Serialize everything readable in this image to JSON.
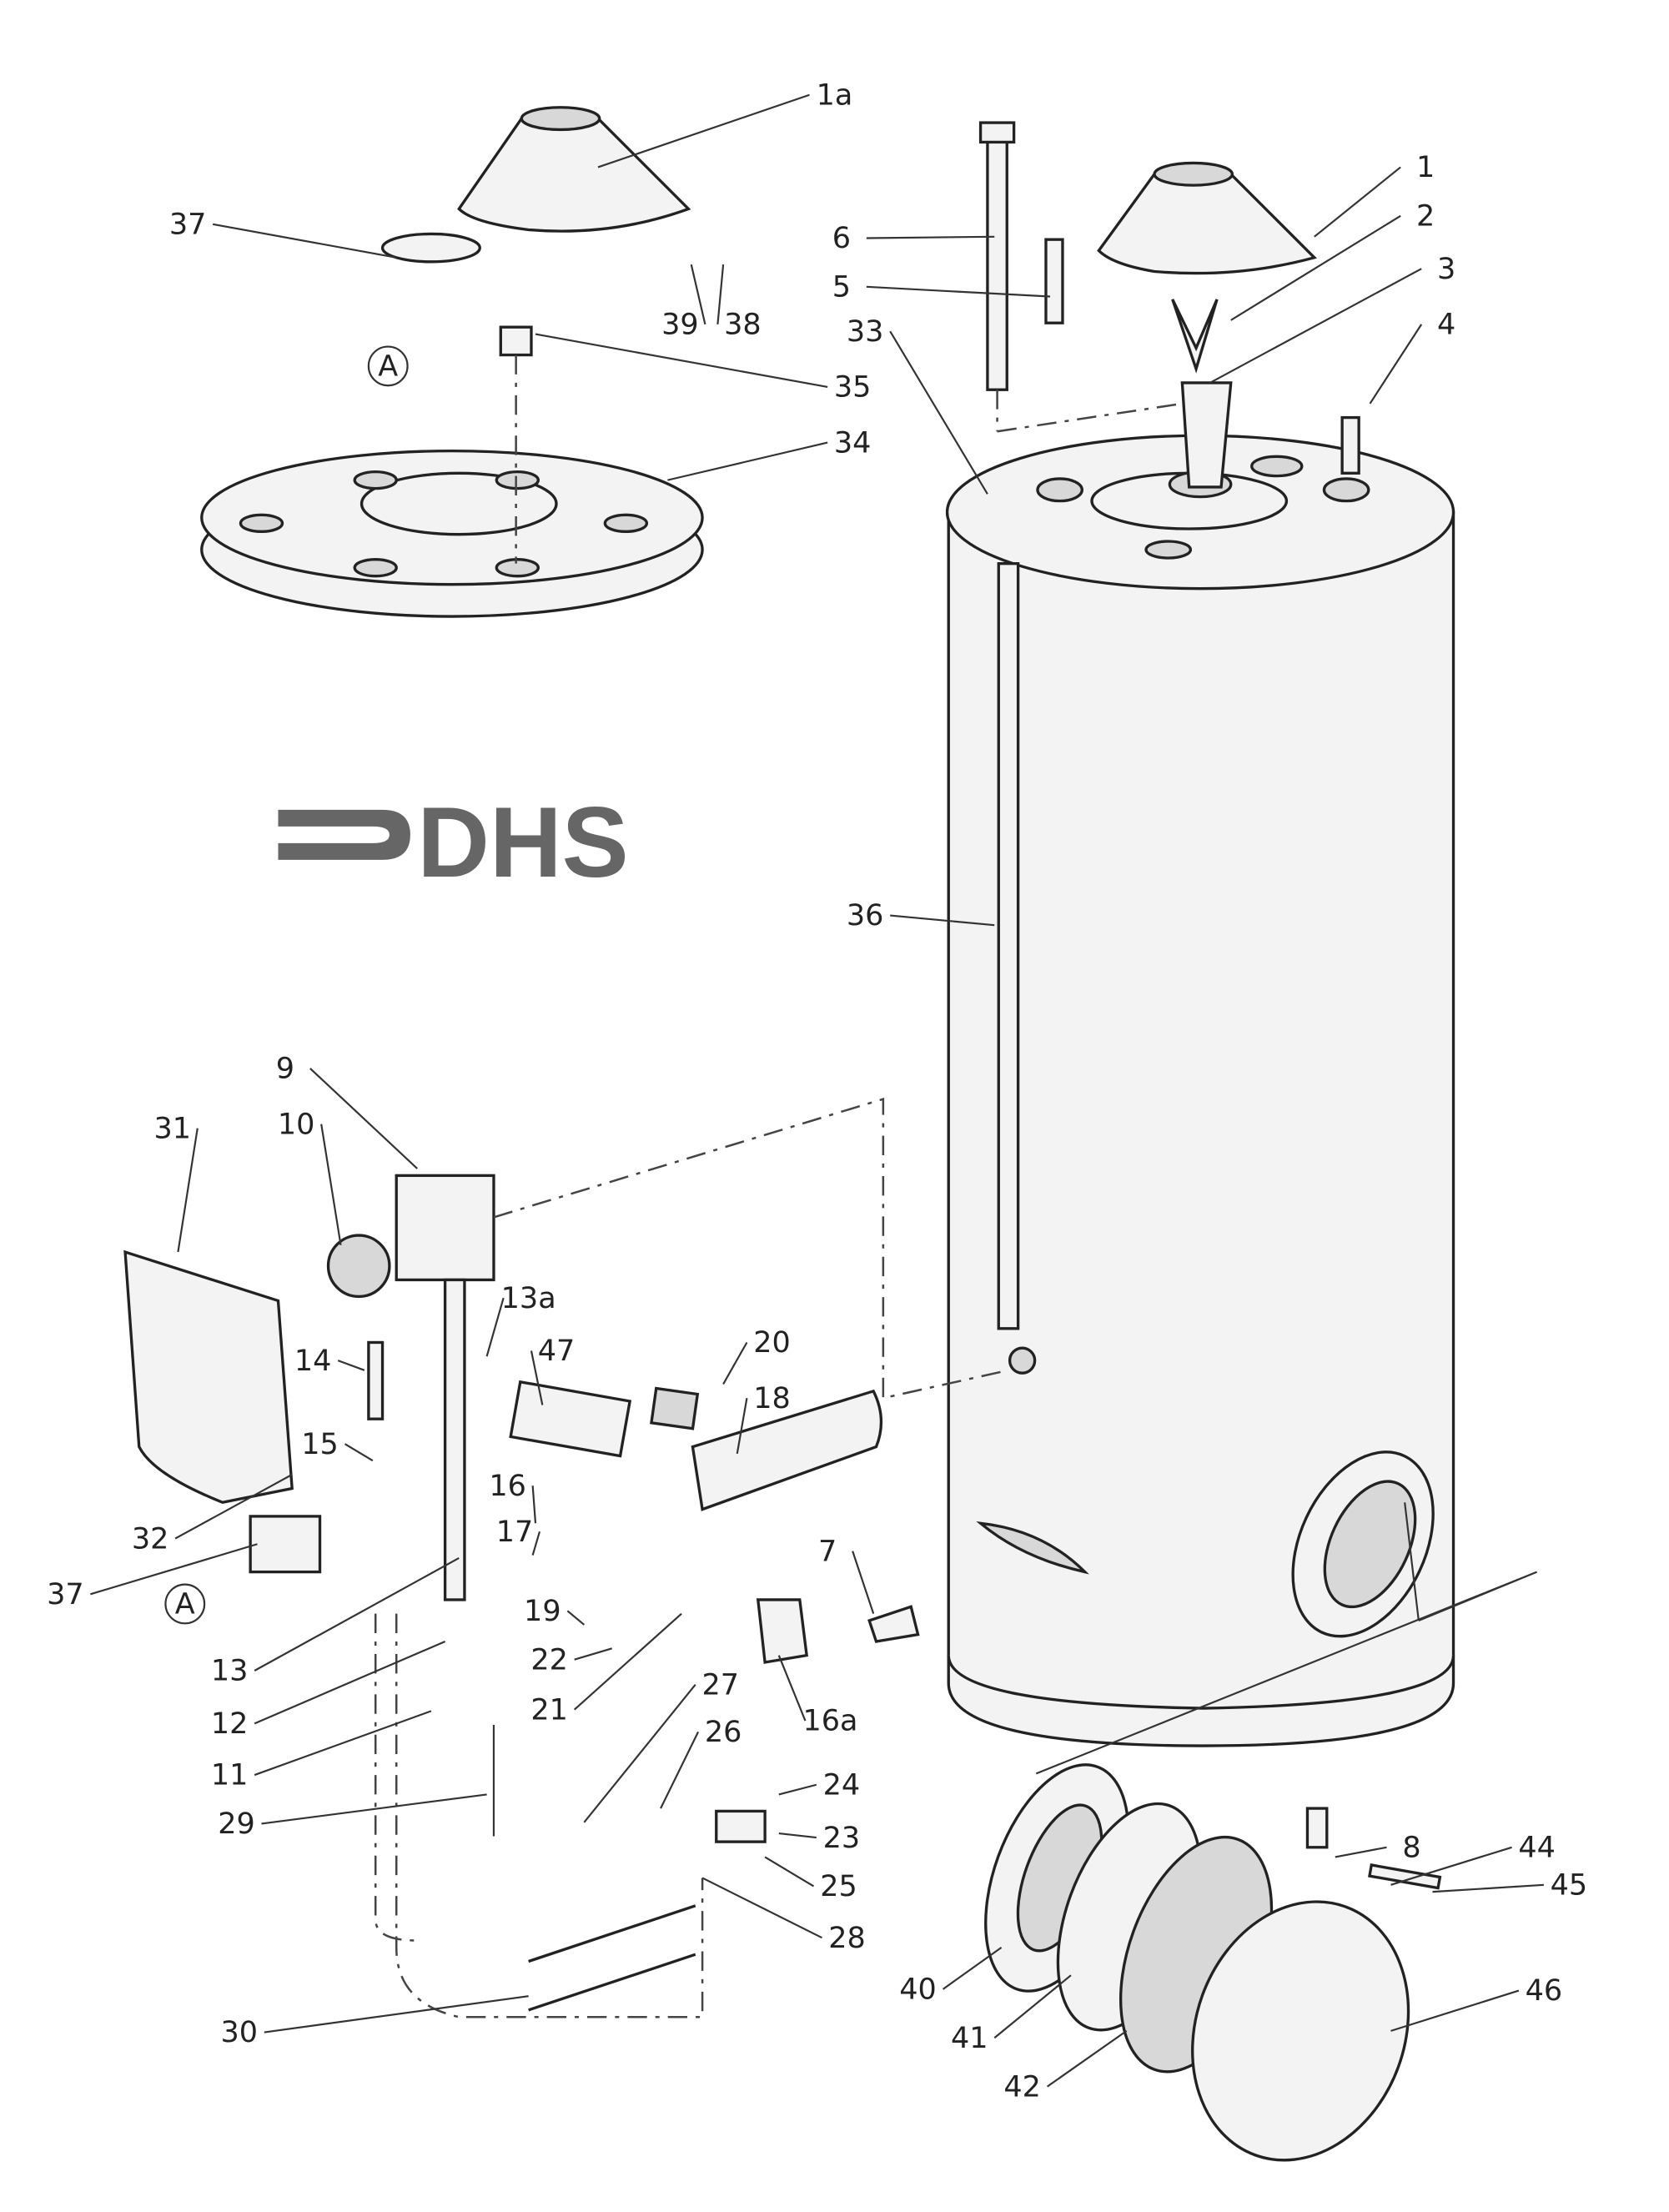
{
  "logo": {
    "text": "DHS",
    "color": "#666666"
  },
  "callouts": [
    "1a",
    "1",
    "2",
    "3",
    "4",
    "5",
    "6",
    "33",
    "37",
    "39",
    "38",
    "A",
    "35",
    "34",
    "36",
    "9",
    "10",
    "31",
    "13a",
    "47",
    "20",
    "18",
    "14",
    "15",
    "16",
    "17",
    "32",
    "37",
    "A",
    "7",
    "19",
    "22",
    "13",
    "21",
    "16a",
    "12",
    "27",
    "26",
    "24",
    "11",
    "29",
    "23",
    "8",
    "44",
    "45",
    "25",
    "28",
    "40",
    "46",
    "30",
    "41",
    "42"
  ]
}
